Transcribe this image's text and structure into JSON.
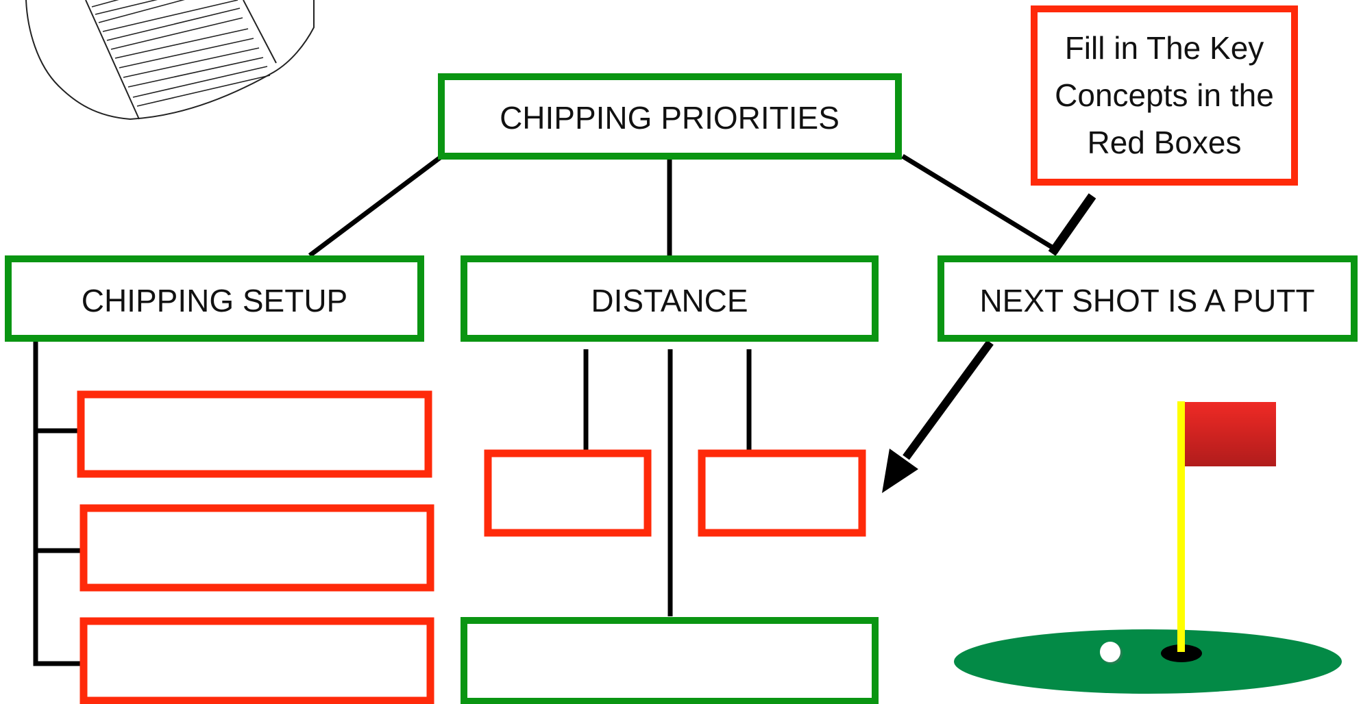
{
  "colors": {
    "green_box": "#0a9512",
    "red_box": "#ff2a0a",
    "connector": "#000000",
    "green_fill": "#038a46",
    "flag_red": "#e02020",
    "flag_pole": "#ffff00"
  },
  "instruction_box": {
    "lines": [
      "Fill in The Key",
      "Concepts in the",
      "Red Boxes"
    ]
  },
  "root": {
    "label": "CHIPPING PRIORITIES"
  },
  "branches": [
    {
      "label": "CHIPPING SETUP"
    },
    {
      "label": "DISTANCE"
    },
    {
      "label": "NEXT SHOT IS A PUTT"
    }
  ],
  "blank_boxes": {
    "setup_red_count": 3,
    "distance_red_count": 2,
    "distance_green_count": 1
  },
  "icons": [
    "golf-club-icon",
    "golf-flag-icon",
    "golf-ball-icon",
    "putting-green-icon"
  ]
}
